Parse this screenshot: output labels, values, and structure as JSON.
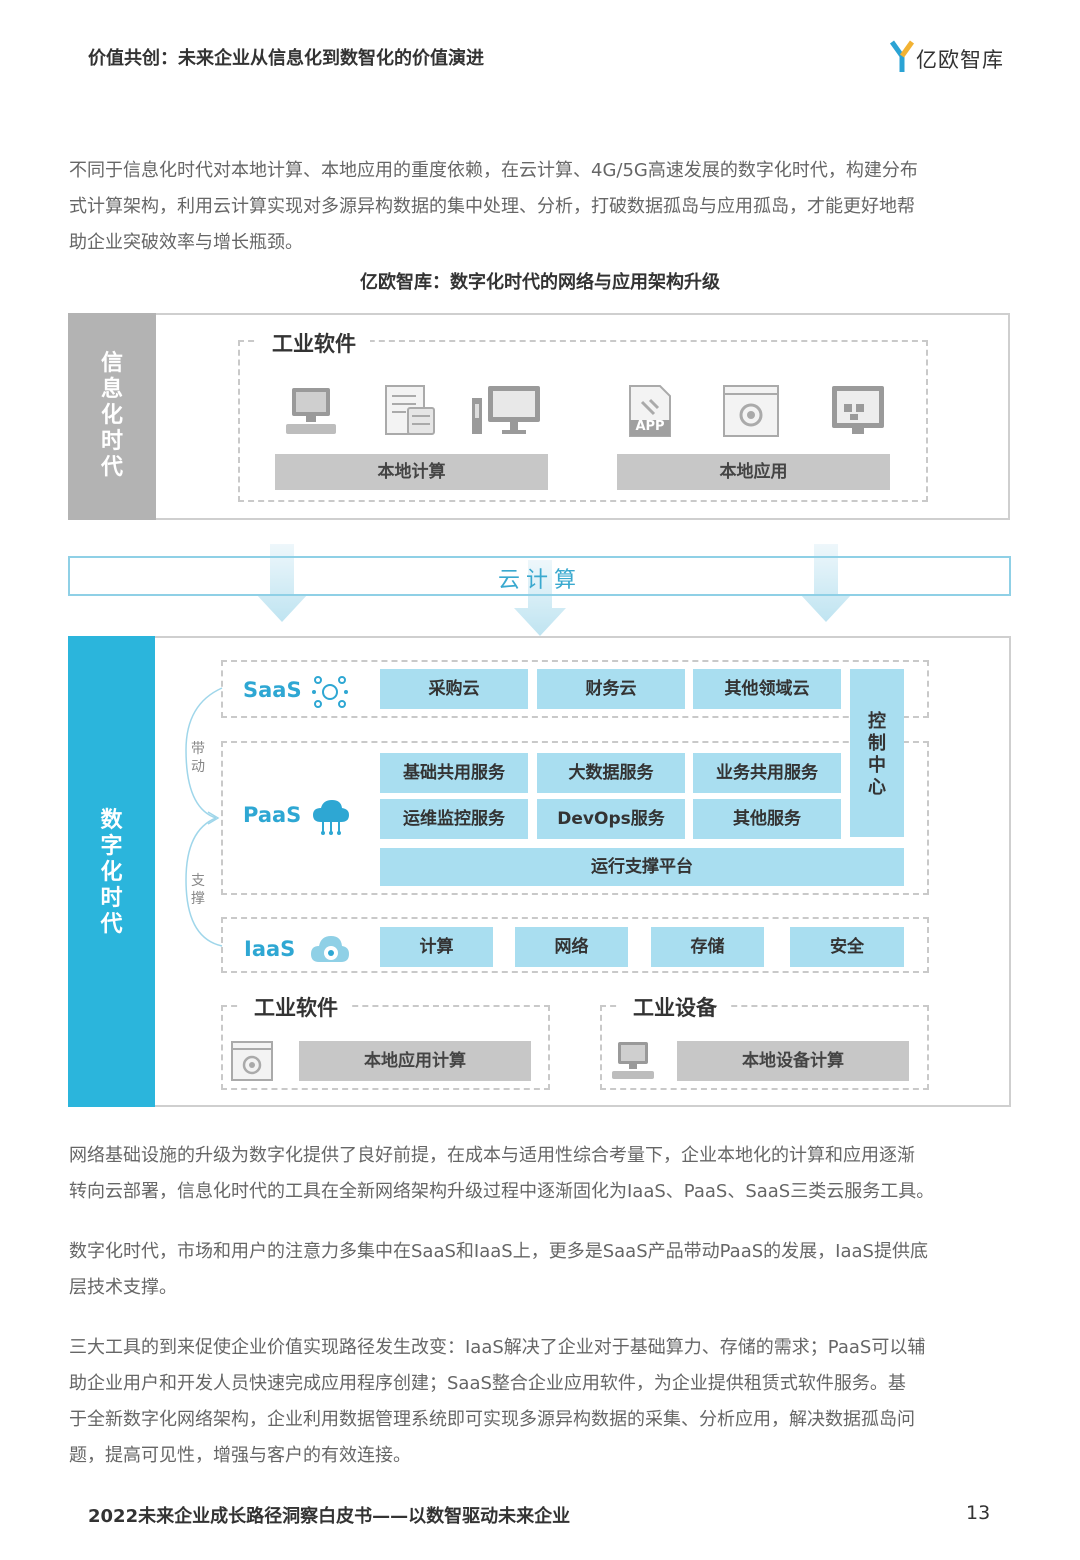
{
  "header": {
    "title": "价值共创：未来企业从信息化到数智化的价值演进",
    "logo_text": "亿欧智库"
  },
  "intro": [
    "不同于信息化时代对本地计算、本地应用的重度依赖，在云计算、4G/5G高速发展的数字化时代，构建分布",
    "式计算架构，利用云计算实现对多源异构数据的集中处理、分析，打破数据孤岛与应用孤岛，才能更好地帮",
    "助企业突破效率与增长瓶颈。"
  ],
  "figure": {
    "title": "亿欧智库：数字化时代的网络与应用架构升级",
    "info_era": {
      "side_label": [
        "信",
        "息",
        "化",
        "时",
        "代"
      ],
      "group_label": "工业软件",
      "app_icon_text": "APP",
      "bars": [
        "本地计算",
        "本地应用"
      ]
    },
    "cloud_label": "云计算",
    "digital_era": {
      "side_label": [
        "数",
        "字",
        "化",
        "时",
        "代"
      ],
      "saas": {
        "label": "SaaS",
        "items": [
          "采购云",
          "财务云",
          "其他领域云"
        ]
      },
      "paas": {
        "label": "PaaS",
        "row1": [
          "基础共用服务",
          "大数据服务",
          "业务共用服务"
        ],
        "row2": [
          "运维监控服务",
          "DevOps服务",
          "其他服务"
        ],
        "platform": "运行支撑平台"
      },
      "iaas": {
        "label": "IaaS",
        "items": [
          "计算",
          "网络",
          "存储",
          "安全"
        ]
      },
      "control_center": [
        "控",
        "制",
        "中",
        "心"
      ],
      "drive_label": [
        "带",
        "动"
      ],
      "support_label": [
        "支",
        "撑"
      ],
      "industrial_software": {
        "label": "工业软件",
        "bar": "本地应用计算"
      },
      "industrial_equipment": {
        "label": "工业设备",
        "bar": "本地设备计算"
      }
    }
  },
  "body": [
    [
      "网络基础设施的升级为数字化提供了良好前提，在成本与适用性综合考量下，企业本地化的计算和应用逐渐",
      "转向云部署，信息化时代的工具在全新网络架构升级过程中逐渐固化为IaaS、PaaS、SaaS三类云服务工具。"
    ],
    [
      "数字化时代，市场和用户的注意力多集中在SaaS和IaaS上，更多是SaaS产品带动PaaS的发展，IaaS提供底",
      "层技术支撑。"
    ],
    [
      "三大工具的到来促使企业价值实现路径发生改变：IaaS解决了企业对于基础算力、存储的需求；PaaS可以辅",
      "助企业用户和开发人员快速完成应用程序创建；SaaS整合企业应用软件，为企业提供租赁式软件服务。基",
      "于全新数字化网络架构，企业利用数据管理系统即可实现多源异构数据的采集、分析应用，解决数据孤岛问",
      "题，提高可见性，增强与客户的有效连接。"
    ]
  ],
  "footer": {
    "text": "2022未来企业成长路径洞察白皮书——以数智驱动未来企业",
    "page": "13"
  }
}
